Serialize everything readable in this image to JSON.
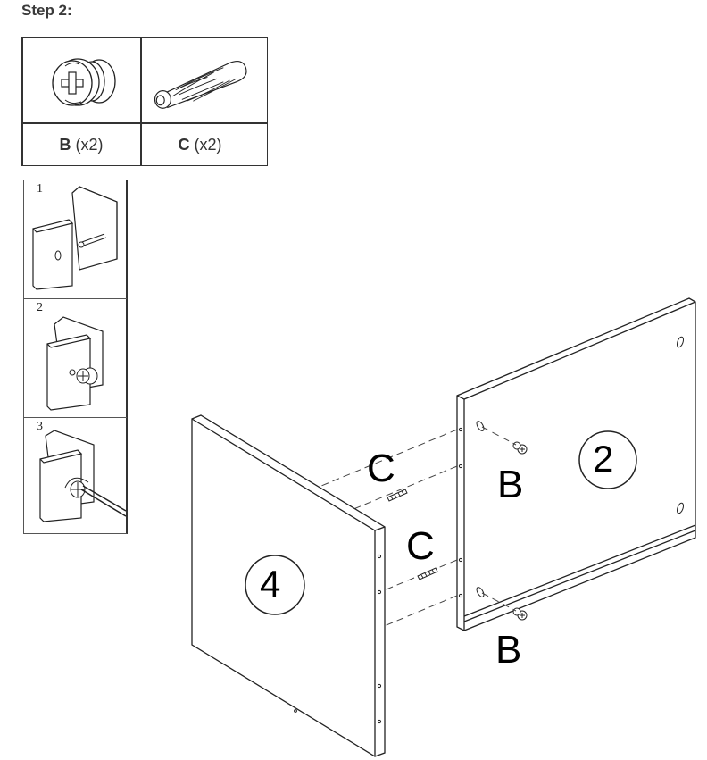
{
  "header": {
    "title": "Step 2:"
  },
  "parts": [
    {
      "letter": "B",
      "qty": " (x2)",
      "icon": "cam-lock-icon"
    },
    {
      "letter": "C",
      "qty": " (x2)",
      "icon": "wooden-dowel-icon"
    }
  ],
  "mini_steps": [
    {
      "number": "1"
    },
    {
      "number": "2"
    },
    {
      "number": "3"
    }
  ],
  "diagram": {
    "panel_left_label": "4",
    "panel_right_label": "2",
    "callouts": {
      "c_upper": "C",
      "c_lower": "C",
      "b_upper": "B",
      "b_lower": "B"
    }
  }
}
